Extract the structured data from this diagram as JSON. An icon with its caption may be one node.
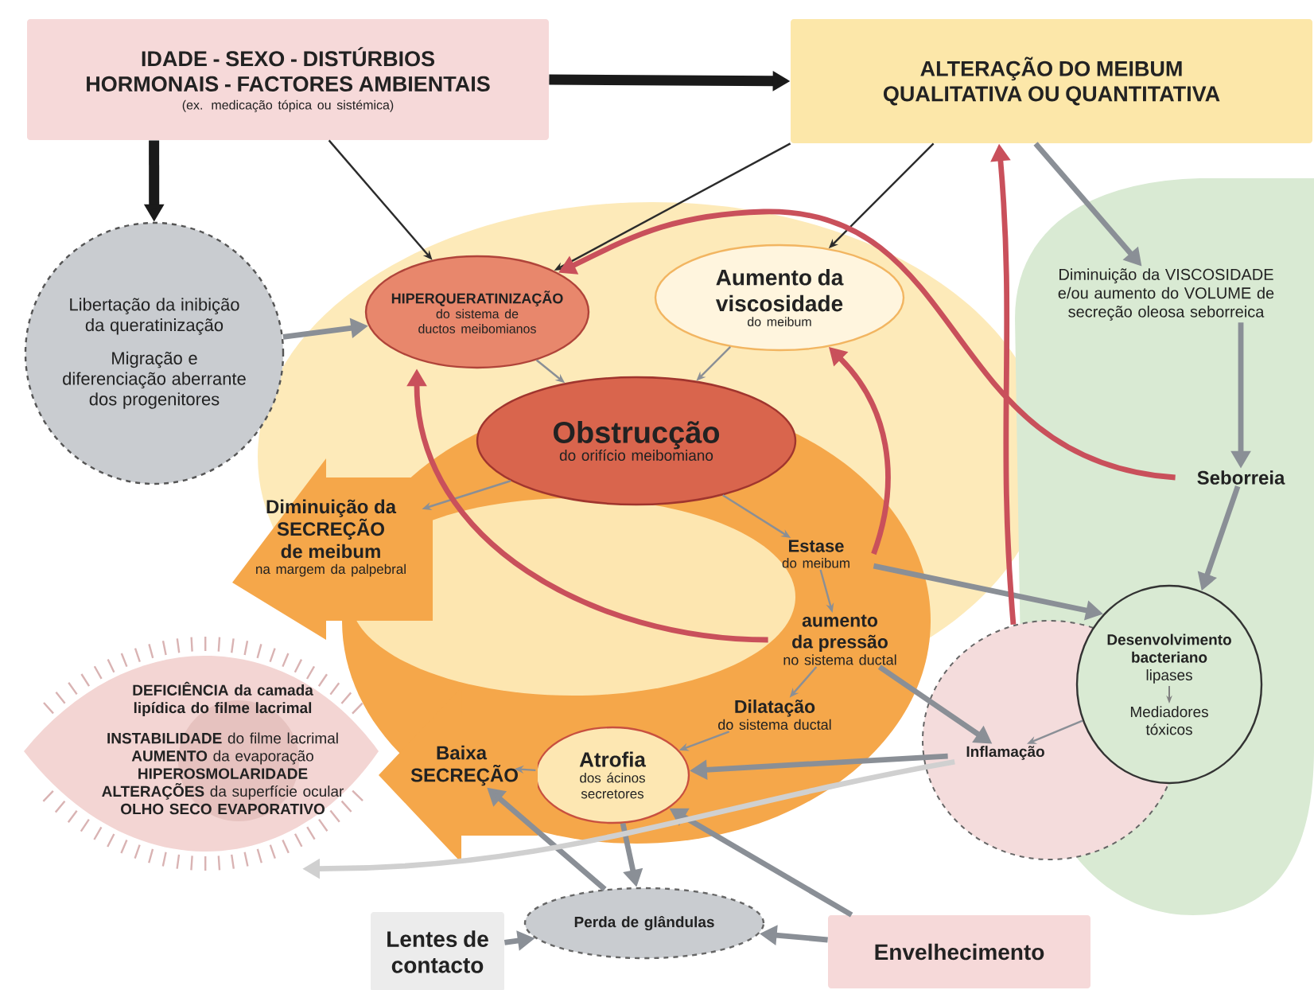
{
  "diagram": {
    "nodes": [
      {
        "text": [
          "IDADE - SEXO - DISTÚRBIOS HORMONAIS - FACTORES AMBIENTAIS",
          "(ex. medicação tópica ou sistémica)"
        ]
      },
      {
        "text": [
          "ALTERAÇÃO DO MEIBUM QUALITATIVA OU QUANTITATIVA"
        ]
      },
      {
        "text": [
          "Libertação da inibição da queratinização",
          "Migração e diferenciação aberrante dos progenitores"
        ]
      },
      {
        "text": [
          "HIPERQUERATINIZAÇÃO",
          "do sistema de ductos meibomianos"
        ]
      },
      {
        "text": [
          "Aumento da viscosidade",
          "do meibum"
        ]
      },
      {
        "text": [
          "Obstrucção",
          "do orifício meibomiano"
        ]
      },
      {
        "text": [
          "Diminuição da SECREÇÃO de meibum",
          "na margem da palpebral"
        ]
      },
      {
        "text": [
          "Estase",
          "do meibum"
        ]
      },
      {
        "text": [
          "aumento da pressão",
          "no sistema ductal"
        ]
      },
      {
        "text": [
          "Dilatação",
          "do sistema ductal"
        ]
      },
      {
        "text": [
          "Atrofia",
          "dos ácinos secretores"
        ]
      },
      {
        "text": [
          "Baixa SECREÇÃO"
        ]
      },
      {
        "text": [
          "DEFICIÊNCIA da camada lipídica do filme lacrimal",
          "**INSTABILIDADE** do filme lacrimal",
          "**AUMENTO** da evaporação",
          "HIPEROSMOLARIDADE",
          "**ALTERAÇÕES** da superfície ocular",
          "OLHO SECO EVAPORATIVO"
        ]
      },
      {
        "text": [
          "Diminuição da VISCOSIDADE e/ou aumento do VOLUME de secreção oleosa seborreica"
        ]
      },
      {
        "text": [
          "Seborreia"
        ]
      },
      {
        "text": [
          "Inflamação"
        ]
      },
      {
        "text": [
          "**Desenvolvimento bacteriano** lipases",
          "Mediadores tóxicos"
        ]
      },
      {
        "text": [
          "Perda de glândulas"
        ]
      },
      {
        "text": [
          "Lentes de contacto"
        ]
      },
      {
        "text": [
          "Envelhecimento"
        ]
      }
    ],
    "edges": [
      {
        "from": 0,
        "to": 1,
        "arrow": "to",
        "style": "thick",
        "color": "#1a1a1a"
      },
      {
        "from": 0,
        "to": 2,
        "arrow": "to",
        "style": "thick",
        "color": "#1a1a1a"
      },
      {
        "from": 0,
        "to": 3,
        "arrow": "to",
        "color": "#2b2b2b"
      },
      {
        "from": 1,
        "to": 3,
        "arrow": "to",
        "color": "#2b2b2b"
      },
      {
        "from": 1,
        "to": 4,
        "arrow": "to",
        "color": "#2b2b2b"
      },
      {
        "from": 1,
        "to": 13,
        "arrow": "to"
      },
      {
        "from": 2,
        "to": 3,
        "arrow": "to"
      },
      {
        "from": 3,
        "to": 5,
        "arrow": "to"
      },
      {
        "from": 4,
        "to": 5,
        "arrow": "to"
      },
      {
        "from": 5,
        "to": 6,
        "arrow": "to"
      },
      {
        "from": 5,
        "to": 7,
        "arrow": "to"
      },
      {
        "from": 7,
        "to": 8,
        "arrow": "to"
      },
      {
        "from": 8,
        "to": 9,
        "arrow": "to"
      },
      {
        "from": 9,
        "to": 10,
        "arrow": "to"
      },
      {
        "from": 10,
        "to": 11,
        "arrow": "to"
      },
      {
        "from": 7,
        "to": 16,
        "arrow": "to"
      },
      {
        "from": 8,
        "to": 15,
        "arrow": "to"
      },
      {
        "from": 15,
        "to": 10,
        "arrow": "to"
      },
      {
        "from": 16,
        "to": 15,
        "arrow": "to"
      },
      {
        "from": 13,
        "to": 14,
        "arrow": "to"
      },
      {
        "from": 14,
        "to": 16,
        "arrow": "to"
      },
      {
        "from": 17,
        "to": 11,
        "arrow": "to"
      },
      {
        "from": 10,
        "to": 17,
        "arrow": "to"
      },
      {
        "from": 18,
        "to": 17,
        "arrow": "to"
      },
      {
        "from": 19,
        "to": 17,
        "arrow": "to"
      },
      {
        "from": 19,
        "to": 10,
        "arrow": "to"
      },
      {
        "from": 15,
        "to": 12,
        "arrow": "to",
        "color": "#d0d0d0"
      },
      {
        "from": 8,
        "to": 3,
        "arrow": "to",
        "color": "#c9505b"
      },
      {
        "from": 7,
        "to": 4,
        "arrow": "to",
        "color": "#c9505b"
      },
      {
        "from": 14,
        "to": 3,
        "arrow": "to",
        "color": "#c9505b"
      },
      {
        "from": 15,
        "to": 1,
        "arrow": "to",
        "color": "#c9505b"
      }
    ]
  }
}
